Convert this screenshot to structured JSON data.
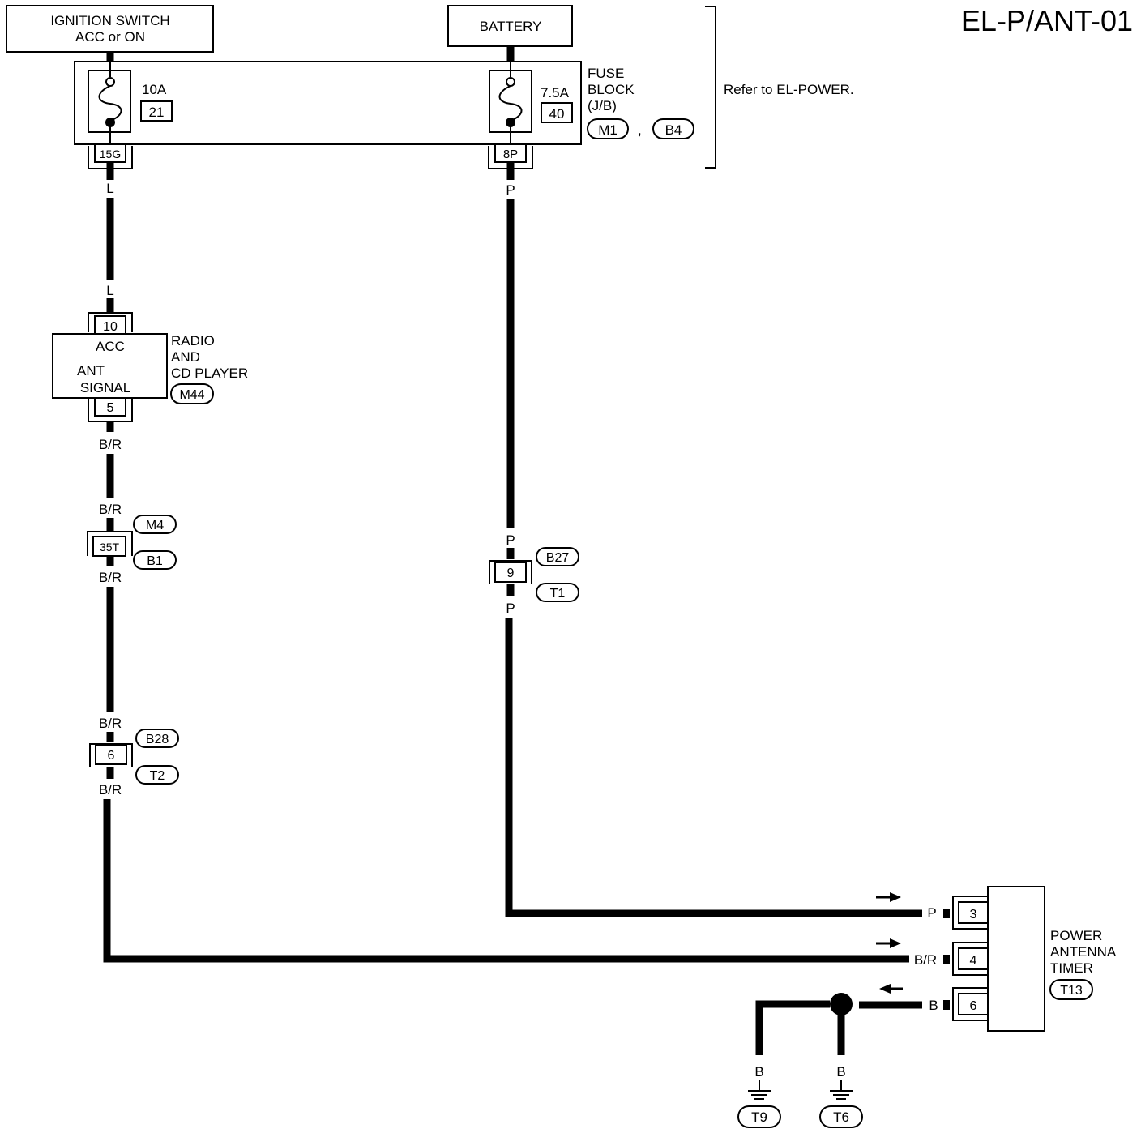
{
  "page_id": "EL-P/ANT-01",
  "ignition_switch": {
    "line1": "IGNITION SWITCH",
    "line2": "ACC or ON"
  },
  "battery": {
    "label": "BATTERY"
  },
  "fuse_block": {
    "label_line1": "FUSE",
    "label_line2": "BLOCK",
    "label_line3": "(J/B)",
    "connector_a": "M1",
    "separator": ",",
    "connector_b": "B4",
    "refer": "Refer to EL-POWER.",
    "fuse_left": {
      "amp": "10A",
      "number": "21",
      "terminal": "15G"
    },
    "fuse_right": {
      "amp": "7.5A",
      "number": "40",
      "terminal": "8P"
    }
  },
  "wire_colors": {
    "l_top": "L",
    "l_bottom": "L",
    "p_top": "P",
    "p_mid_top": "P",
    "p_mid_bottom": "P",
    "p_timer": "P",
    "br_1": "B/R",
    "br_2": "B/R",
    "br_3": "B/R",
    "br_4": "B/R",
    "br_5": "B/R",
    "br_timer": "B/R",
    "b_timer": "B",
    "b_t9": "B",
    "b_t6": "B"
  },
  "radio": {
    "label_line1": "RADIO",
    "label_line2": "AND",
    "label_line3": "CD PLAYER",
    "connector": "M44",
    "pin_acc": "10",
    "acc_label": "ACC",
    "ant_label_line1": "ANT",
    "ant_label_line2": "SIGNAL",
    "pin_ant": "5"
  },
  "joint_35t": {
    "terminal": "35T",
    "connector_top": "M4",
    "connector_bottom": "B1"
  },
  "joint_6": {
    "terminal": "6",
    "connector_top": "B28",
    "connector_bottom": "T2"
  },
  "joint_9": {
    "terminal": "9",
    "connector_top": "B27",
    "connector_bottom": "T1"
  },
  "timer": {
    "label_line1": "POWER",
    "label_line2": "ANTENNA",
    "label_line3": "TIMER",
    "connector": "T13",
    "pin_p": "3",
    "pin_br": "4",
    "pin_b": "6"
  },
  "grounds": {
    "left": "T9",
    "right": "T6"
  }
}
